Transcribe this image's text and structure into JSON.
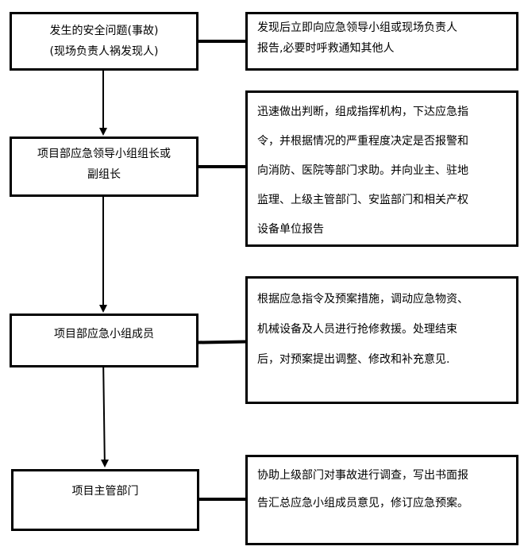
{
  "steps": [
    {
      "title_lines": [
        "发生的安全问题(事故)",
        "(现场负责人祸发现人)"
      ],
      "action_lines": [
        "发现后立即向应急领导小组或现场负责人",
        "报告,必要时呼救通知其他人"
      ]
    },
    {
      "title_lines": [
        "项目部应急领导小组组长或",
        "副组长"
      ],
      "action_lines": [
        "迅速做出判断，组成指挥机构，下达应急指",
        "令，并根据情况的严重程度决定是否报警和",
        "向消防、医院等部门求助。并向业主、驻地",
        "监理、上级主管部门、安监部门和相关产权",
        "设备单位报告"
      ]
    },
    {
      "title_lines": [
        "项目部应急小组成员"
      ],
      "action_lines": [
        "根据应急指令及预案措施，调动应急物资、",
        "机械设备及人员进行抢修救援。处理结束",
        "后，对预案提出调整、修改和补充意见."
      ]
    },
    {
      "title_lines": [
        "项目主管部门"
      ],
      "action_lines": [
        "协助上级部门对事故进行调查，写出书面报",
        "告汇总应急小组成员意见，修订应急预案。"
      ]
    }
  ]
}
